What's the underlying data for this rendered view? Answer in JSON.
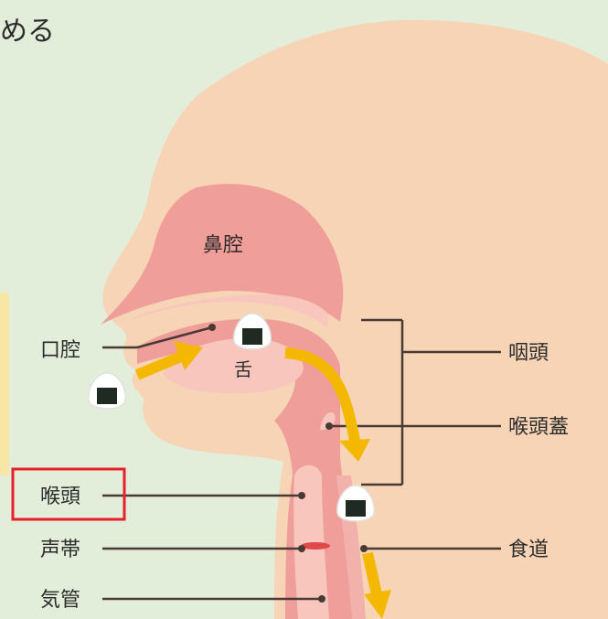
{
  "title_fragment": "める",
  "labels": {
    "nasal_cavity": "鼻腔",
    "oral_cavity": "口腔",
    "tongue": "舌",
    "pharynx": "咽頭",
    "epiglottis": "喉頭蓋",
    "larynx": "喉頭",
    "vocal_cords": "声帯",
    "trachea": "気管",
    "esophagus": "食道"
  },
  "highlight": {
    "target": "larynx",
    "color": "#e8202a"
  },
  "colors": {
    "background": "#e2edda",
    "skin": "#f7d4b6",
    "tract_dark": "#ef9e9a",
    "tract_light": "#f9c6be",
    "arrow": "#f4b800",
    "leader": "#4a3a35"
  },
  "icons": [
    "rice-ball-icon",
    "arrow-icon"
  ]
}
